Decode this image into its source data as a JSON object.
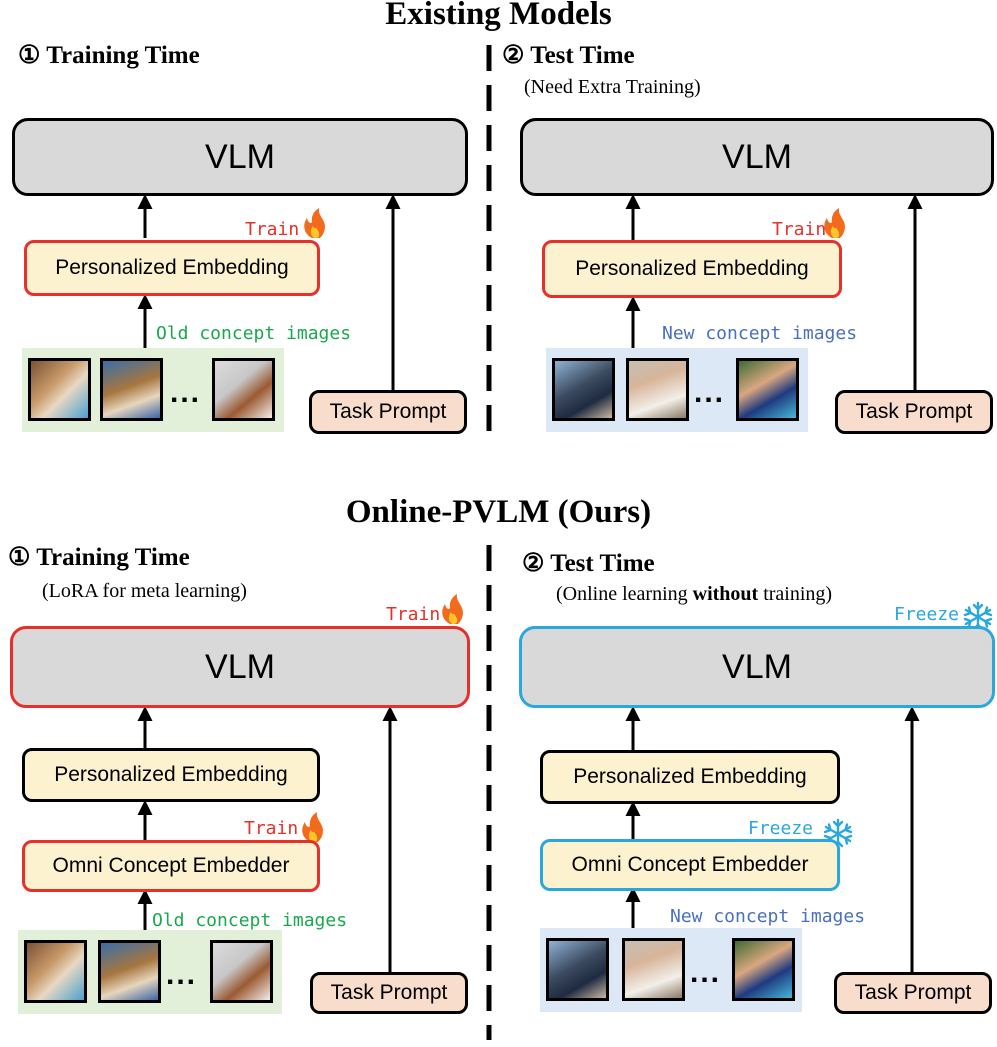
{
  "existing": {
    "title": "Existing Models",
    "train_phase": {
      "title": "① Training Time"
    },
    "test_phase": {
      "title": "② Test Time",
      "subtitle": "(Need Extra Training)"
    },
    "train": {
      "vlm": "VLM",
      "embedding": "Personalized Embedding",
      "train_tag": "Train",
      "images_label": "Old concept images",
      "task_prompt": "Task Prompt",
      "ellipsis": "..."
    },
    "test": {
      "vlm": "VLM",
      "embedding": "Personalized Embedding",
      "train_tag": "Train",
      "images_label": "New concept images",
      "task_prompt": "Task Prompt",
      "ellipsis": "..."
    }
  },
  "ours": {
    "title": "Online-PVLM (Ours)",
    "train_phase": {
      "title": "① Training Time",
      "subtitle": "(LoRA for meta learning)"
    },
    "test_phase": {
      "title": "② Test Time",
      "subtitle_pre": "(Online learning ",
      "subtitle_bold": "without",
      "subtitle_post": " training)"
    },
    "train": {
      "vlm": "VLM",
      "vlm_tag": "Train",
      "embedding": "Personalized Embedding",
      "embedder": "Omni Concept Embedder",
      "embedder_tag": "Train",
      "images_label": "Old concept images",
      "task_prompt": "Task Prompt",
      "ellipsis": "..."
    },
    "test": {
      "vlm": "VLM",
      "vlm_tag": "Freeze",
      "embedding": "Personalized Embedding",
      "embedder": "Omni Concept Embedder",
      "embedder_tag": "Freeze",
      "images_label": "New concept images",
      "task_prompt": "Task Prompt",
      "ellipsis": "..."
    }
  },
  "colors": {
    "train_red": "#e8302a",
    "freeze_blue": "#2aa7dc",
    "old_images_green": "#1aa84f",
    "new_images_blue": "#4a6fbf",
    "vlm_fill": "#d9d9d9",
    "embed_fill": "#fdf2cf",
    "prompt_fill": "#f8dccc"
  },
  "icons": {
    "train": "fire-icon",
    "freeze": "snowflake-icon"
  }
}
